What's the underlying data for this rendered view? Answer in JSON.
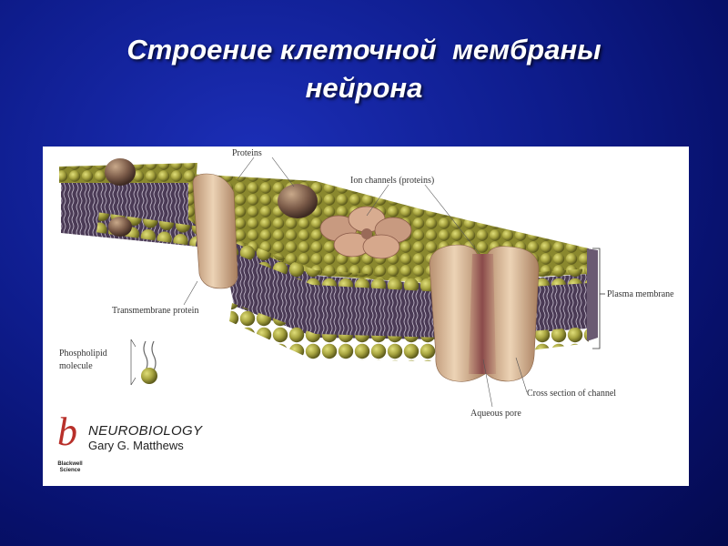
{
  "slide": {
    "title_line1": "Строение клеточной  мембраны",
    "title_line2": "нейрона"
  },
  "figure": {
    "labels": {
      "proteins": "Proteins",
      "ion_channels": "Ion channels (proteins)",
      "plasma_membrane": "Plasma membrane",
      "transmembrane_protein": "Transmembrane protein",
      "phospholipid_line1": "Phospholipid",
      "phospholipid_line2": "molecule",
      "cross_section": "Cross section of channel",
      "aqueous_pore": "Aqueous pore"
    },
    "credit": {
      "logo_letter": "b",
      "publisher_line1": "Blackwell",
      "publisher_line2": "Science",
      "book_title": "NEUROBIOLOGY",
      "book_author": "Gary G. Matthews"
    }
  },
  "colors": {
    "background": "#0e1c8c",
    "title_text": "#ffffff",
    "lipid_head": "#9c9a3c",
    "lipid_tail_region": "#4a3a55",
    "protein": "#d8b896",
    "logo": "#b8302a"
  }
}
